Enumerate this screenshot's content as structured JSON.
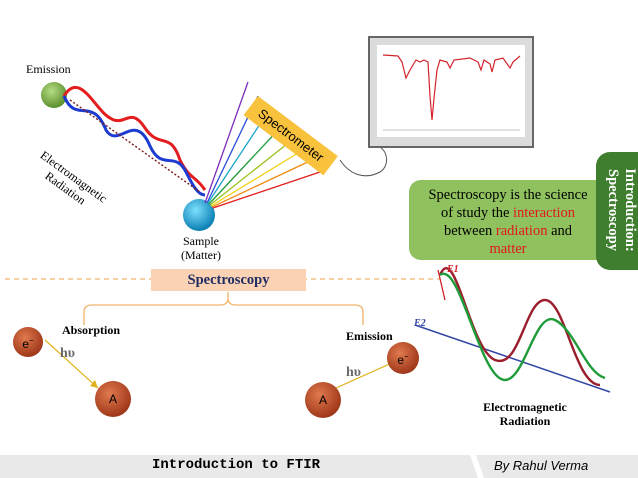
{
  "top": {
    "emission_label": "Emission",
    "em_radiation_label": [
      "Electromagnetic",
      "Radiation"
    ],
    "sample_label": [
      "Sample",
      "(Matter)"
    ],
    "spectrometer_label": "Spectrometer"
  },
  "definition": {
    "line1": "Spectroscopy is the science",
    "line2_pre": "of study the ",
    "line2_red": "interaction",
    "line3_pre": "between ",
    "line3_red": "radiation",
    "line3_post": " and",
    "line4_red": "matter"
  },
  "side_title": [
    "Introduction:",
    "Spectroscopy"
  ],
  "banner": "Spectroscopy",
  "absorption": {
    "title": "Absorption",
    "electron": "e",
    "hv": "hυ",
    "atom": "A"
  },
  "emission": {
    "title": "Emission",
    "electron": "e",
    "hv": "hυ",
    "atom": "A"
  },
  "wave": {
    "e1": "E1",
    "e2": "E2",
    "label": [
      "Electromagnetic",
      "Radiation"
    ]
  },
  "footer": {
    "title": "Introduction to FTIR",
    "author": "By Rahul Verma"
  },
  "colors": {
    "callout": "#8fc15f",
    "side_tab": "#3f7e2e",
    "banner_bg": "#fbd2b4",
    "banner_text": "#1f2d63",
    "spectrometer": "#f9c23c",
    "accent_red": "#e4171c",
    "divider": "#f2b36a"
  }
}
